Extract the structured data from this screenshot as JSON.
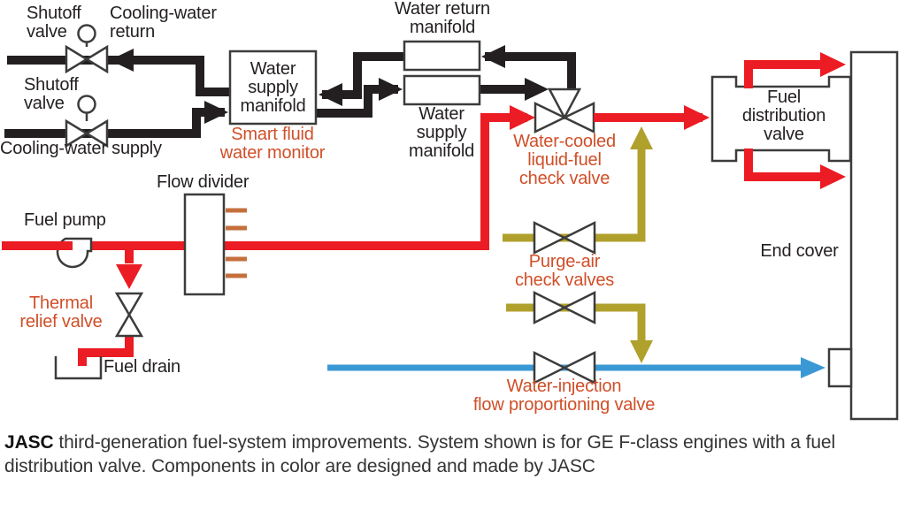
{
  "colors": {
    "fuel_line": "#ec1c24",
    "cooling_water_line": "#231f20",
    "purge_air_line": "#b0a02c",
    "water_injection_line": "#3a98d5",
    "jasc_component_label": "#d04f28",
    "flow_divider_ports": "#c4703c"
  },
  "diagram": {
    "labels": {
      "shutoff_valve_return": "Shutoff\nvalve",
      "cooling_water_return": "Cooling-water\nreturn",
      "shutoff_valve_supply": "Shutoff\nvalve",
      "cooling_water_supply": "Cooling-water supply",
      "water_supply_manifold_left": "Water\nsupply\nmanifold",
      "smart_fluid_water_monitor": "Smart fluid\nwater monitor",
      "water_return_manifold": "Water return\nmanifold",
      "water_supply_manifold_right": "Water\nsupply\nmanifold",
      "water_cooled_check_valve": "Water-cooled\nliquid-fuel\ncheck valve",
      "fuel_distribution_valve": "Fuel\ndistribution\nvalve",
      "end_cover": "End cover",
      "flow_divider": "Flow divider",
      "fuel_pump": "Fuel pump",
      "thermal_relief_valve": "Thermal\nrelief valve",
      "fuel_drain": "Fuel drain",
      "purge_air_check_valves": "Purge-air\ncheck valves",
      "water_injection_valve": "Water-injection\nflow proportioning valve"
    }
  },
  "caption": {
    "lead": "JASC",
    "body": " third-generation fuel-system improvements. System shown is for GE F-class engines with a fuel distribution valve. Components in color are designed and made by JASC"
  }
}
